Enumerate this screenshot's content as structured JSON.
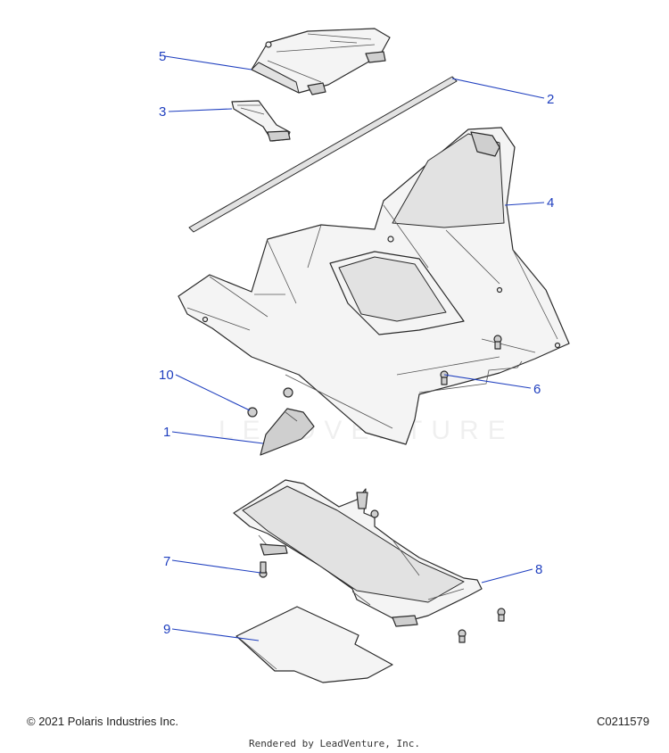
{
  "callouts": [
    {
      "id": "5",
      "label": "5"
    },
    {
      "id": "3",
      "label": "3"
    },
    {
      "id": "2",
      "label": "2"
    },
    {
      "id": "4",
      "label": "4"
    },
    {
      "id": "10",
      "label": "10"
    },
    {
      "id": "1",
      "label": "1"
    },
    {
      "id": "6",
      "label": "6"
    },
    {
      "id": "7",
      "label": "7"
    },
    {
      "id": "8",
      "label": "8"
    },
    {
      "id": "9",
      "label": "9"
    }
  ],
  "watermark": "LEADVENTURE",
  "footer": {
    "copyright": "© 2021 Polaris Industries Inc.",
    "diagram_code": "C0211579",
    "rendered_by": "Rendered by LeadVenture, Inc."
  },
  "colors": {
    "callout": "#1f3fbf",
    "line": "#2a2a2a"
  }
}
